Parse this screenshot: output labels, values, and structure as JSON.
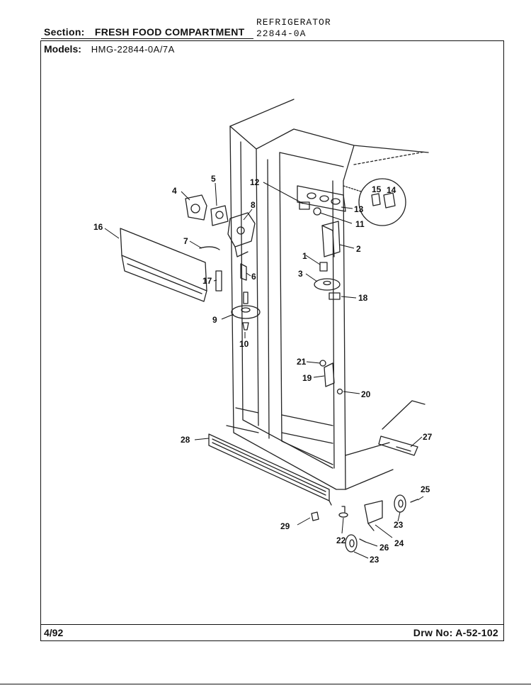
{
  "header": {
    "section_label": "Section:",
    "section_value": "FRESH FOOD COMPARTMENT",
    "product_line1": "REFRIGERATOR",
    "product_line2": "22844-0A",
    "models_label": "Models:",
    "models_value": "HMG-22844-0A/7A"
  },
  "footer": {
    "date": "4/92",
    "drawing_number": "Drw No: A-52-102"
  },
  "callouts": [
    "1",
    "2",
    "3",
    "4",
    "5",
    "6",
    "7",
    "8",
    "9",
    "10",
    "11",
    "12",
    "13",
    "14",
    "15",
    "16",
    "17",
    "18",
    "19",
    "20",
    "21",
    "22",
    "23",
    "23",
    "24",
    "25",
    "26",
    "27",
    "28",
    "29"
  ]
}
